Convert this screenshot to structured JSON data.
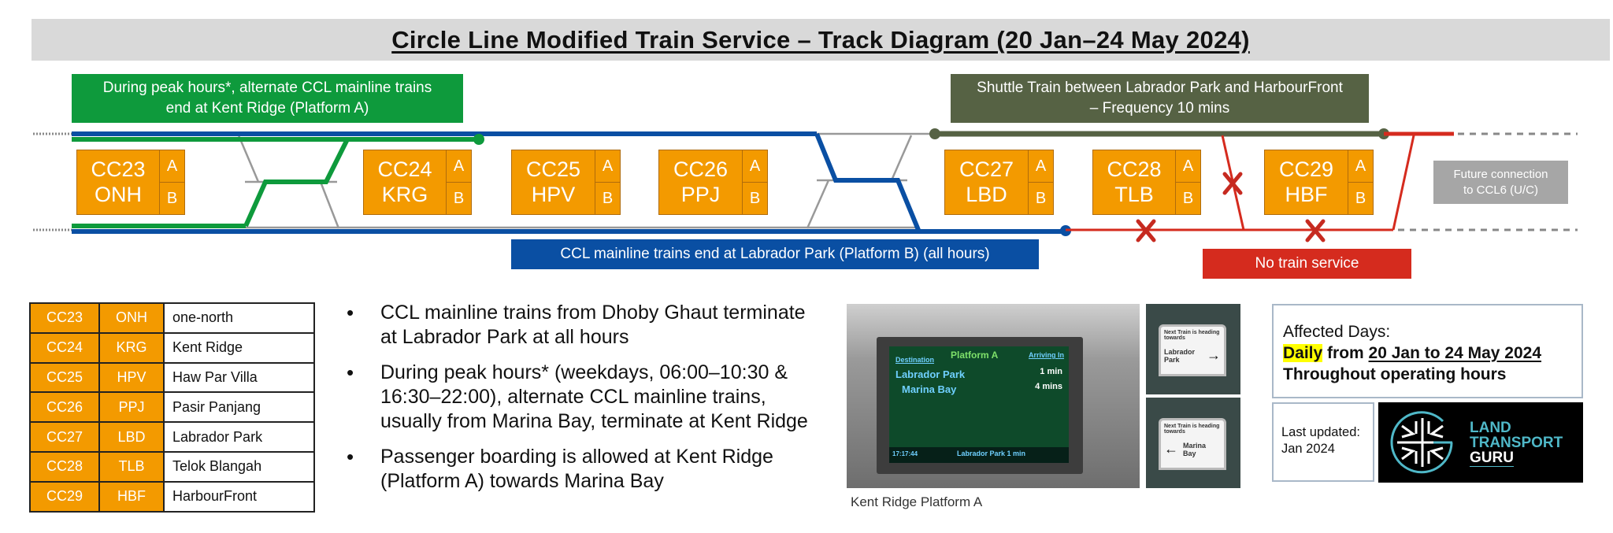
{
  "title": "Circle Line Modified Train Service – Track Diagram (20 Jan–24 May 2024)",
  "notes": {
    "peak": [
      "During peak hours*, alternate CCL mainline trains",
      "end at Kent Ridge (Platform A)"
    ],
    "shuttle": [
      "Shuttle Train between Labrador Park and HarbourFront",
      "– Frequency 10 mins"
    ],
    "mainline": "CCL mainline trains end at Labrador Park (Platform B)  (all hours)",
    "no_service": "No train service",
    "future": [
      "Future connection",
      "to CCL6  (U/C)"
    ]
  },
  "stations": [
    {
      "code": "CC23",
      "abbr": "ONH",
      "name": "one-north",
      "a": "A",
      "b": "B"
    },
    {
      "code": "CC24",
      "abbr": "KRG",
      "name": "Kent Ridge",
      "a": "A",
      "b": "B"
    },
    {
      "code": "CC25",
      "abbr": "HPV",
      "name": "Haw Par Villa",
      "a": "A",
      "b": "B"
    },
    {
      "code": "CC26",
      "abbr": "PPJ",
      "name": "Pasir Panjang",
      "a": "A",
      "b": "B"
    },
    {
      "code": "CC27",
      "abbr": "LBD",
      "name": "Labrador Park",
      "a": "A",
      "b": "B"
    },
    {
      "code": "CC28",
      "abbr": "TLB",
      "name": "Telok Blangah",
      "a": "A",
      "b": "B"
    },
    {
      "code": "CC29",
      "abbr": "HBF",
      "name": "HarbourFront",
      "a": "A",
      "b": "B"
    }
  ],
  "bullets": [
    "CCL mainline trains from Dhoby Ghaut terminate at Labrador Park at all hours",
    "During peak hours* (weekdays, 06:00–10:30 & 16:30–22:00), alternate CCL mainline trains, usually from Marina Bay, terminate at Kent Ridge",
    "Passenger boarding is allowed at Kent Ridge (Platform A) towards Marina Bay"
  ],
  "photo": {
    "caption": "Kent Ridge Platform A",
    "screen": {
      "platform": "Platform A",
      "destination_header": "Destination",
      "arriving_header": "Arriving In",
      "rows": [
        {
          "dest": "Labrador Park",
          "time": "1 min"
        },
        {
          "dest": "Marina Bay",
          "time": "4 mins"
        }
      ],
      "clock": "17:17:44",
      "ticker": "Labrador Park  1 min"
    },
    "signs": [
      {
        "heading": "Next Train is heading towards",
        "dest": "Labrador Park",
        "arrow": "→"
      },
      {
        "heading": "Next Train is heading towards",
        "dest": "Marina Bay",
        "arrow": "←"
      }
    ]
  },
  "affected": {
    "heading": "Affected Days:",
    "daily": "Daily",
    "from": " from ",
    "range": "20 Jan to 24 May 2024",
    "hours": "Throughout operating hours"
  },
  "updated": {
    "label": "Last updated:",
    "value": "Jan 2024"
  },
  "logo": {
    "lines": [
      "LAND",
      "TRANSPORT",
      "GURU"
    ]
  },
  "colors": {
    "station": "#f39a00",
    "green": "#0e9a3c",
    "blue": "#0a4fa3",
    "shuttle": "#566244",
    "red": "#d52b1e",
    "gray": "#a6a6a6"
  }
}
